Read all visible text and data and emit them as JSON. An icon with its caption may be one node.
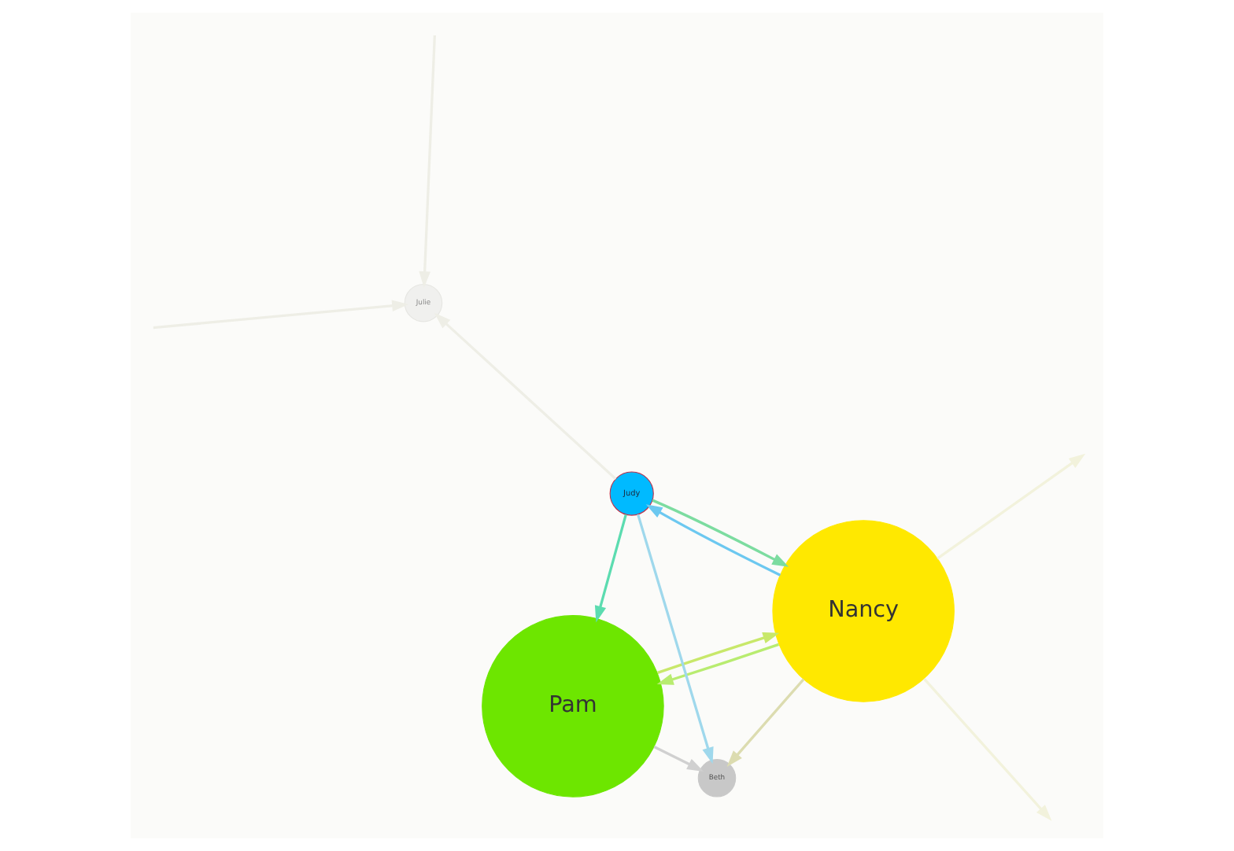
{
  "diagram": {
    "nodes": [
      {
        "text": [
          "Pam"
        ]
      },
      {
        "text": [
          "Nancy"
        ]
      },
      {
        "text": [
          "Beth"
        ]
      },
      {
        "text": [
          "Judy"
        ]
      },
      {
        "text": [
          "Julie"
        ]
      }
    ],
    "edges": [
      {
        "from": 0,
        "to": 1,
        "arrow": "to",
        "color": "#c8e86a"
      },
      {
        "from": 1,
        "to": 0,
        "arrow": "to",
        "color": "#b8ec70"
      },
      {
        "from": 0,
        "to": 2,
        "arrow": "to",
        "color": "#d0d0d0"
      },
      {
        "from": 1,
        "to": 2,
        "arrow": "to",
        "color": "#dcdcb0"
      },
      {
        "from": 3,
        "to": 2,
        "arrow": "to",
        "color": "#9fd8ec"
      },
      {
        "from": 3,
        "to": 0,
        "arrow": "to",
        "color": "#5cdcb0"
      },
      {
        "from": 3,
        "to": 1,
        "arrow": "to",
        "color": "#7cdca0"
      },
      {
        "from": 1,
        "to": 3,
        "arrow": "to",
        "color": "#6cc8f0"
      },
      {
        "from": 3,
        "to": 4,
        "arrow": "to",
        "color": "#eeeee6"
      },
      {
        "from": null,
        "to": 4,
        "arrow": "to",
        "color": "#eeeee6"
      },
      {
        "from": null,
        "to": 4,
        "arrow": "to",
        "color": "#eeeee6"
      },
      {
        "from": 1,
        "to": null,
        "arrow": "to",
        "color": "#f2f2dc"
      },
      {
        "from": 1,
        "to": null,
        "arrow": "to",
        "color": "#f2f2dc"
      }
    ]
  }
}
